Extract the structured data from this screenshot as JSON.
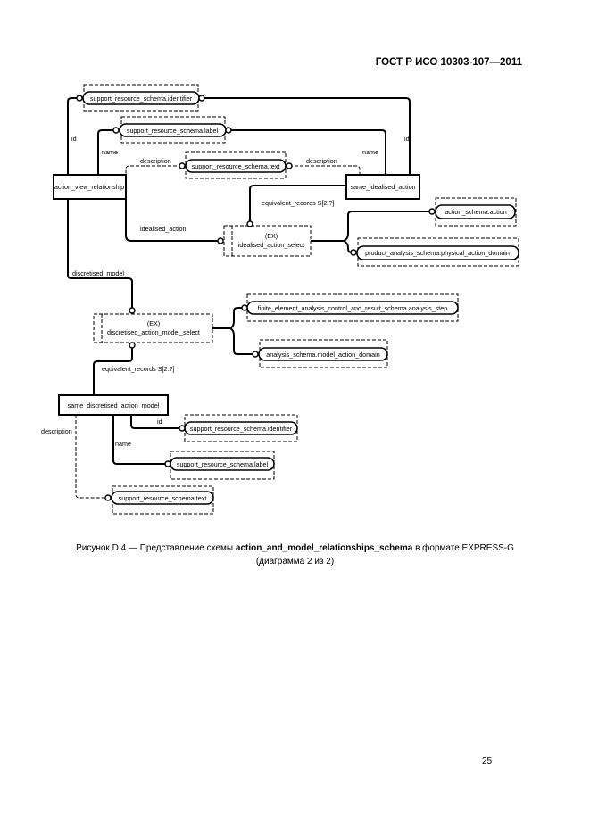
{
  "header": "ГОСТ Р ИСО 10303-107—2011",
  "diagram": {
    "entities": {
      "action_view_relationship": "action_view_relationship",
      "same_idealised_action": "same_idealised_action",
      "same_discretised_action_model": "same_discretised_action_model"
    },
    "selects": {
      "ex": "(EX)",
      "idealised_action_select": "idealised_action_select",
      "discretised_action_model_select": "discretised_action_model_select"
    },
    "refs": {
      "identifier": "support_resource_schema.identifier",
      "label": "support_resource_schema.label",
      "text": "support_resource_schema.text",
      "action": "action_schema.action",
      "physical_action_domain": "product_analysis_schema.physical_action_domain",
      "analysis_step": "finite_element_analysis_control_and_result_schema.analysis_step",
      "model_action_domain": "analysis_schema.model_action_domain"
    },
    "attrs": {
      "id": "id",
      "name": "name",
      "description": "description",
      "idealised_action": "idealised_action",
      "discretised_model": "discretised_model",
      "equivalent_records": "equivalent_records S[2:?]"
    }
  },
  "caption": {
    "prefix": "Рисунок  D.4 — Представление схемы ",
    "schema": "action_and_model_relationships_schema",
    "suffix": " в формате EXPRESS-G",
    "line2": "(диаграмма 2 из 2)"
  },
  "page_number": "25"
}
